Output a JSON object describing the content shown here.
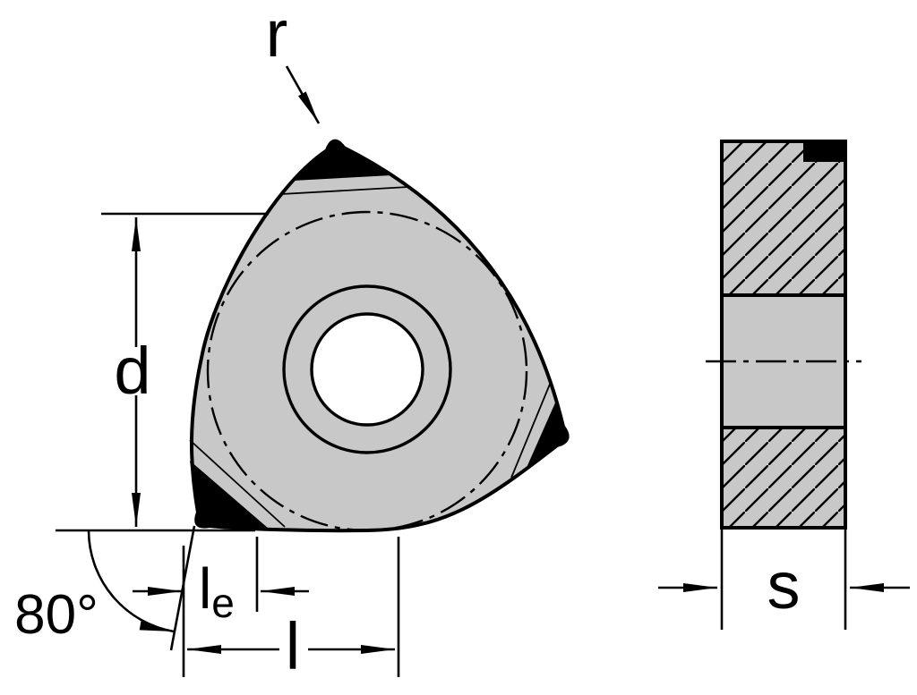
{
  "drawing": {
    "front_view": {
      "corner_radius_label": "r",
      "inscribed_circle_label": "d",
      "corner_angle_label": "80°",
      "edge_length_label_base": "l",
      "edge_length_label_sub": "e",
      "length_label": "l"
    },
    "side_view": {
      "thickness_label": "s"
    },
    "colors": {
      "background": "#ffffff",
      "body": "#c8c8c8",
      "lines": "#000000",
      "cutting_tip": "#000000"
    }
  }
}
